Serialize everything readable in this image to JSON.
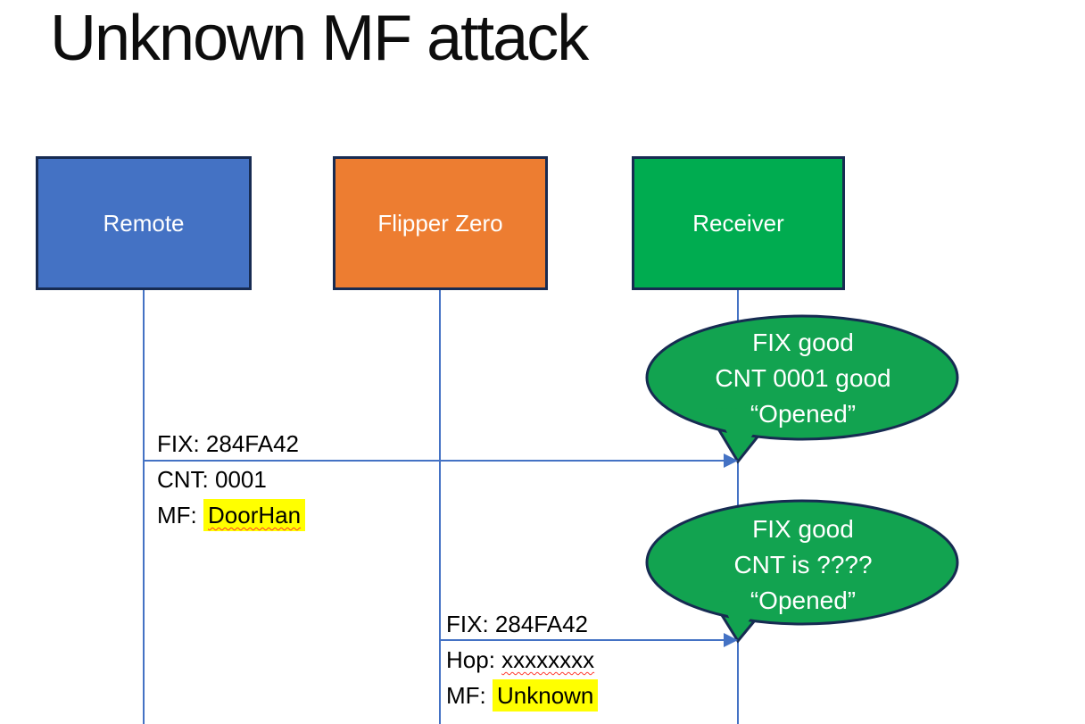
{
  "page": {
    "title": "Unknown MF attack",
    "background": "#FFFFFF"
  },
  "colors": {
    "lifeline_blue": "#4472C4",
    "box_border_navy": "#172B52",
    "remote_fill": "#4472C4",
    "flipper_fill": "#ED7D31",
    "receiver_fill": "#00AC50",
    "bubble_fill": "#12A350",
    "highlight_yellow": "#FFFF00",
    "squiggle_red": "#FF3B30",
    "label_text": "#000000",
    "box_text": "#FFFFFF"
  },
  "actors": {
    "remote": {
      "label": "Remote"
    },
    "flipper": {
      "label": "Flipper Zero"
    },
    "receiver": {
      "label": "Receiver"
    }
  },
  "messages": {
    "m1": {
      "from": "Remote",
      "to": "Receiver",
      "fix": "FIX: 284FA42",
      "cnt": "CNT: 0001",
      "mf_label": "MF: ",
      "mf_value": "DoorHan"
    },
    "m2": {
      "from": "Flipper Zero",
      "to": "Receiver",
      "fix": "FIX: 284FA42",
      "hop_label": "Hop: ",
      "hop_value": "xxxxxxxx",
      "mf_label": "MF: ",
      "mf_value": "Unknown"
    }
  },
  "bubbles": {
    "b1": {
      "line1": "FIX good",
      "line2": "CNT 0001 good",
      "line3": "“Opened”"
    },
    "b2": {
      "line1": "FIX good",
      "line2": "CNT is ????",
      "line3": "“Opened”"
    }
  }
}
